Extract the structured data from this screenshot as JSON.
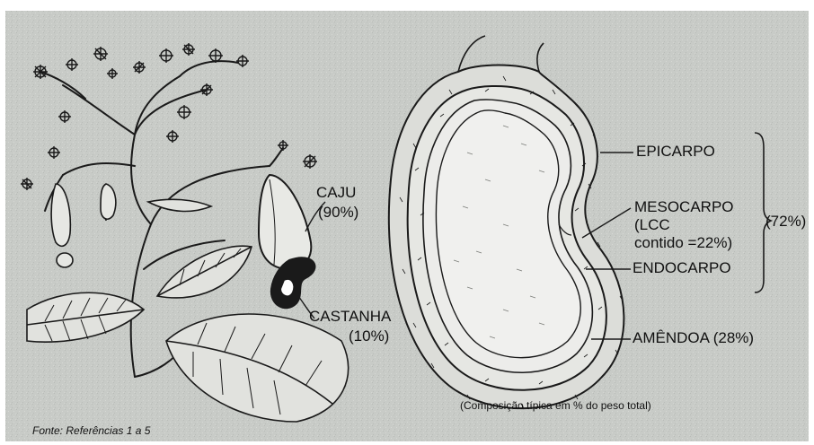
{
  "plant_labels": {
    "caju": "CAJU",
    "caju_pct": "(90%)",
    "castanha": "CASTANHA",
    "castanha_pct": "(10%)"
  },
  "nut_labels": {
    "epicarpo": "EPICARPO",
    "mesocarpo": "MESOCARPO",
    "lcc_1": "(LCC",
    "lcc_2": "contido =22%)",
    "endocarpo": "ENDOCARPO",
    "amendoa": "AMÊNDOA (28%)",
    "bracket_pct": "(72%)"
  },
  "caption": "(Composição típica em % do peso total)",
  "source": "Fonte: Referências 1 a 5",
  "colors": {
    "background": "#c9ccc8",
    "ink": "#1a1a1a",
    "nut_fill": "#dcddd9"
  }
}
